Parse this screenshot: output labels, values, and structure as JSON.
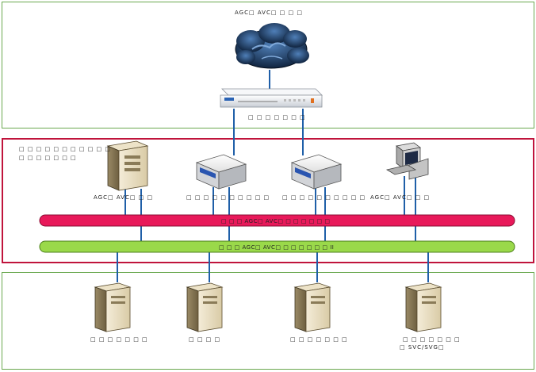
{
  "top_zone": {
    "title": "AGC□ AVC□ □ □ □",
    "gateway_label": "□ □ □ □ □ □ □"
  },
  "middle_zone": {
    "title_line1": "□ □ □ □ □ □ □ □ □ □ □",
    "title_line2": "□ □ □ □ □ □ □",
    "server_label": "AGC□ AVC□ □ □",
    "box1_label": "□ □ □ □ □ □ □ □ □ □",
    "box2_label": "□ □ □ □ □ □ □ □ □ □",
    "workstation_label": "AGC□ AVC□ □ □",
    "bus_red": "□ □ □ AGC□ AVC□ □ □ □ □ □ □",
    "bus_green": "□ □ □ AGC□ AVC□ □ □ □ □ □ □ II"
  },
  "bottom_zone": {
    "server1_label": "□ □ □ □ □ □ □",
    "server2_label": "□ □ □ □",
    "server3_label": "□ □ □ □ □ □ □",
    "server4_label_line1": "□ □ □ □ □ □ □",
    "server4_label_line2": "□ SVC/SVG□"
  },
  "colors": {
    "wire": "#1f5fa8",
    "bus_red": "#e8195a",
    "bus_green": "#9ad94a",
    "zone_green": "#6aa84f",
    "zone_red": "#c0143c"
  }
}
